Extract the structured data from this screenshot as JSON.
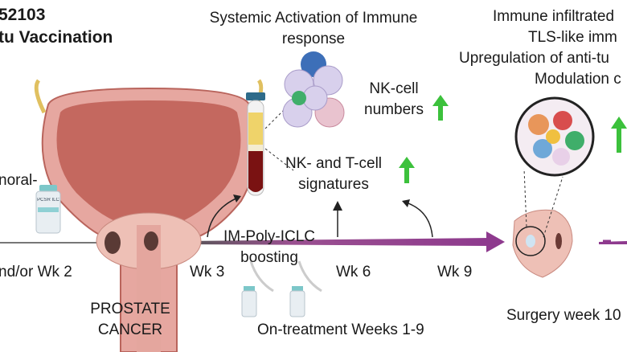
{
  "title": {
    "line1": "52103",
    "line2": "tu Vaccination"
  },
  "systemic": {
    "line1": "Systemic Activation of Immune",
    "line2": "response"
  },
  "nk_numbers": {
    "line1": "NK-cell",
    "line2": "numbers"
  },
  "nk_t_signatures": {
    "line1": "NK- and T-cell",
    "line2": "signatures"
  },
  "tumor_effects": {
    "line1": "Immune infiltrated",
    "line2": "TLS-like imm",
    "line3": "Upregulation of anti-tu",
    "line4": "Modulation c"
  },
  "left_label": "noral-",
  "vial_label": "PCSR ILC",
  "timeline": {
    "wk2": "nd/or Wk 2",
    "wk3": "Wk 3",
    "wk6": "Wk 6",
    "wk9": "Wk 9",
    "boost_line1": "IM-Poly-ICLC",
    "boost_line2": "boosting",
    "on_treatment": "On-treatment Weeks 1-9",
    "surgery": "Surgery week 10"
  },
  "prostate": {
    "line1": "PROSTATE",
    "line2": "CANCER"
  },
  "colors": {
    "timeline_purple": "#8e3a8e",
    "up_arrow_green": "#3cc13c",
    "bladder": "#c86a60"
  }
}
